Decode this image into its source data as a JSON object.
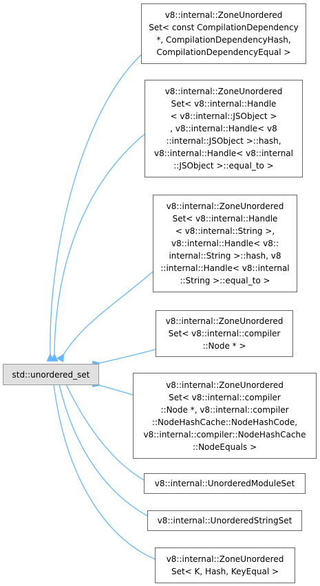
{
  "diagram": {
    "base_node": {
      "label": "std::unordered_set"
    },
    "edge_color": "#63b8ff",
    "derived_nodes": [
      {
        "lines": [
          "v8::internal::ZoneUnordered",
          "Set< const CompilationDependency",
          "*, CompilationDependencyHash,",
          "CompilationDependencyEqual >"
        ]
      },
      {
        "lines": [
          "v8::internal::ZoneUnordered",
          "Set< v8::internal::Handle",
          "< v8::internal::JSObject >",
          ", v8::internal::Handle< v8",
          "::internal::JSObject >::hash,",
          "v8::internal::Handle< v8::internal",
          "::JSObject >::equal_to >"
        ]
      },
      {
        "lines": [
          "v8::internal::ZoneUnordered",
          "Set< v8::internal::Handle",
          "< v8::internal::String >,",
          "v8::internal::Handle< v8::",
          "internal::String >::hash, v8",
          "::internal::Handle< v8::internal",
          "::String >::equal_to >"
        ]
      },
      {
        "lines": [
          "v8::internal::ZoneUnordered",
          "Set< v8::internal::compiler",
          "::Node * >"
        ]
      },
      {
        "lines": [
          "v8::internal::ZoneUnordered",
          "Set< v8::internal::compiler",
          "::Node *, v8::internal::compiler",
          "::NodeHashCache::NodeHashCode,",
          "v8::internal::compiler::NodeHashCache",
          "::NodeEquals >"
        ]
      },
      {
        "lines": [
          "v8::internal::UnorderedModuleSet"
        ]
      },
      {
        "lines": [
          "v8::internal::UnorderedStringSet"
        ]
      },
      {
        "lines": [
          "v8::internal::ZoneUnordered",
          "Set< K, Hash, KeyEqual >"
        ]
      }
    ]
  }
}
